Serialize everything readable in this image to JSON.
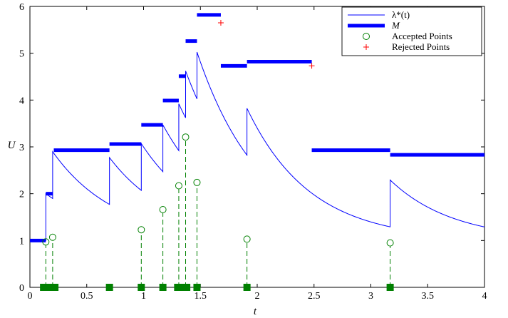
{
  "chart_data": {
    "type": "line",
    "xlabel": "t",
    "ylabel": "U",
    "xlim": [
      0,
      4
    ],
    "ylim": [
      0,
      6
    ],
    "xticks": [
      0,
      0.5,
      1,
      1.5,
      2,
      2.5,
      3,
      3.5,
      4
    ],
    "xtick_labels": [
      "0",
      "0.5",
      "1",
      "1.5",
      "2",
      "2.5",
      "3",
      "3.5",
      "4"
    ],
    "yticks": [
      0,
      1,
      2,
      3,
      4,
      5,
      6
    ],
    "ytick_labels": [
      "0",
      "1",
      "2",
      "3",
      "4",
      "5",
      "6"
    ],
    "grid": false,
    "legend_position": "top-right",
    "legend": [
      {
        "label": "λ*(t)",
        "style": "thin-line",
        "color": "#0000ff"
      },
      {
        "label": "M",
        "style": "thick-line",
        "color": "#0000ff"
      },
      {
        "label": "Accepted Points",
        "style": "circle",
        "color": "#008000"
      },
      {
        "label": "Rejected Points",
        "style": "plus",
        "color": "#ff0000"
      }
    ],
    "intensity": {
      "name": "λ*(t)",
      "base": 1.0,
      "decay_rate": 1.8,
      "jump": 1.0,
      "event_times": [
        0.14,
        0.2,
        0.7,
        0.98,
        1.17,
        1.31,
        1.37,
        1.47,
        1.91,
        3.17
      ]
    },
    "bound_M": [
      {
        "x0": 0.0,
        "x1": 0.14,
        "value": 1.0
      },
      {
        "x0": 0.14,
        "x1": 0.2,
        "value": 2.0
      },
      {
        "x0": 0.21,
        "x1": 0.7,
        "value": 2.93
      },
      {
        "x0": 0.7,
        "x1": 0.98,
        "value": 3.06
      },
      {
        "x0": 0.98,
        "x1": 1.17,
        "value": 3.47
      },
      {
        "x0": 1.17,
        "x1": 1.31,
        "value": 3.99
      },
      {
        "x0": 1.31,
        "x1": 1.37,
        "value": 4.51
      },
      {
        "x0": 1.37,
        "x1": 1.47,
        "value": 5.26
      },
      {
        "x0": 1.47,
        "x1": 1.68,
        "value": 5.82
      },
      {
        "x0": 1.68,
        "x1": 1.91,
        "value": 4.73
      },
      {
        "x0": 1.91,
        "x1": 2.48,
        "value": 4.82
      },
      {
        "x0": 2.48,
        "x1": 3.17,
        "value": 2.93
      },
      {
        "x0": 3.17,
        "x1": 4.0,
        "value": 2.83
      }
    ],
    "accepted_points": [
      {
        "x": 0.14,
        "y": 0.97
      },
      {
        "x": 0.2,
        "y": 1.07
      },
      {
        "x": 0.98,
        "y": 1.23
      },
      {
        "x": 1.17,
        "y": 1.66
      },
      {
        "x": 1.31,
        "y": 2.17
      },
      {
        "x": 1.37,
        "y": 3.21
      },
      {
        "x": 1.47,
        "y": 2.24
      },
      {
        "x": 1.91,
        "y": 1.03
      },
      {
        "x": 3.17,
        "y": 0.95
      }
    ],
    "rejected_points": [
      {
        "x": 1.68,
        "y": 5.65
      },
      {
        "x": 2.48,
        "y": 4.73
      }
    ],
    "event_markers": [
      0.12,
      0.16,
      0.18,
      0.22,
      0.7,
      0.98,
      1.17,
      1.3,
      1.34,
      1.38,
      1.47,
      1.91,
      3.17
    ],
    "colors": {
      "intensity": "#0000ff",
      "bound": "#0000ff",
      "accepted": "#008000",
      "rejected": "#ff0000",
      "markers": "#008000"
    }
  }
}
